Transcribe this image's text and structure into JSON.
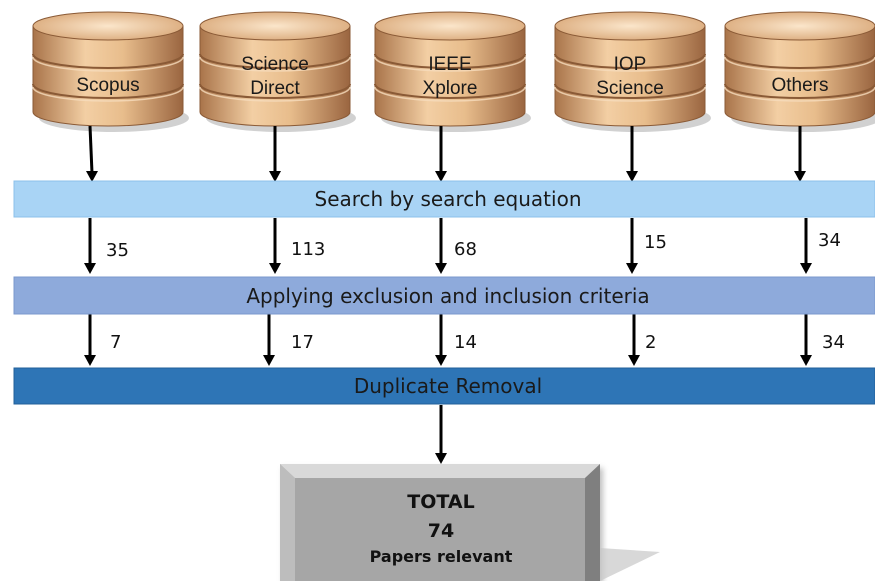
{
  "databases": [
    {
      "lines": [
        "Scopus"
      ]
    },
    {
      "lines": [
        "Science",
        "Direct"
      ]
    },
    {
      "lines": [
        "IEEE",
        "Xplore"
      ]
    },
    {
      "lines": [
        "IOP",
        "Science"
      ]
    },
    {
      "lines": [
        "Others"
      ]
    }
  ],
  "stages": {
    "search": "Search by search equation",
    "criteria": "Applying exclusion and inclusion criteria",
    "duplicates": "Duplicate Removal"
  },
  "counts_after_search": [
    "35",
    "113",
    "68",
    "15",
    "34"
  ],
  "counts_after_criteria": [
    "7",
    "17",
    "14",
    "2",
    "34"
  ],
  "result": {
    "title": "TOTAL",
    "value": "74",
    "caption": "Papers relevant"
  },
  "colors": {
    "cylinder_light": "#f6d7b0",
    "cylinder_mid": "#d9a97a",
    "cylinder_dark": "#a9744a",
    "search_bar": "#a9d4f5",
    "criteria_bar": "#8eaadb",
    "duplicate_bar": "#2e75b6",
    "total_box": "#a6a6a6"
  }
}
